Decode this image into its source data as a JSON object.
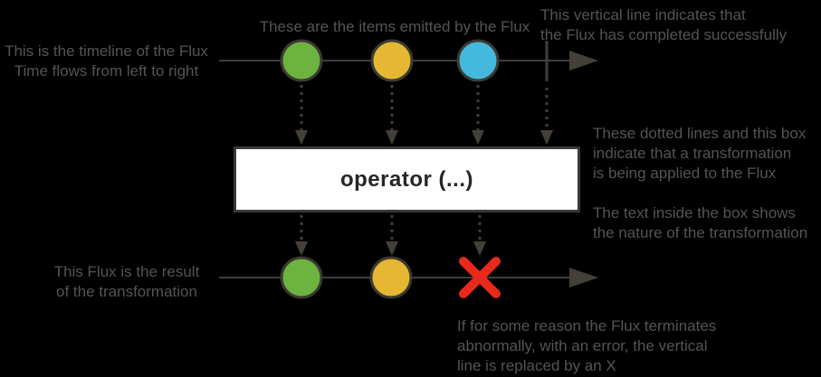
{
  "colors": {
    "background": "#000000",
    "annotation": "#545454",
    "line": "#3f3f3f",
    "arrowhead": "#444038",
    "marble_stroke": "#3b3a32",
    "green": "#6db33f",
    "yellow": "#e5b732",
    "blue": "#45b8dd",
    "error_red": "#e8291c",
    "box_bg": "#ffffff",
    "box_border": "#3a3a3a",
    "box_text": "#262626"
  },
  "annotations": {
    "timeline": "This is the timeline of the Flux\nTime flows from left to right",
    "items": "These are the items emitted by the Flux",
    "complete": "This vertical line indicates that\nthe Flux has completed successfully",
    "transformation": "These dotted lines and this box\nindicate that a transformation\nis being applied to the Flux",
    "box_text": "The text inside the box shows\nthe nature of the transformation",
    "result": "This Flux is the result\nof the transformation",
    "error": "If for some reason the Flux terminates\nabnormally, with an error, the vertical\nline is replaced by an X"
  },
  "operator_box": {
    "label": "operator (...)"
  },
  "marbles": {
    "top_sequence": [
      "green",
      "yellow",
      "blue"
    ],
    "top_terminal": "complete",
    "bottom_sequence": [
      "green",
      "yellow"
    ],
    "bottom_terminal": "error"
  }
}
